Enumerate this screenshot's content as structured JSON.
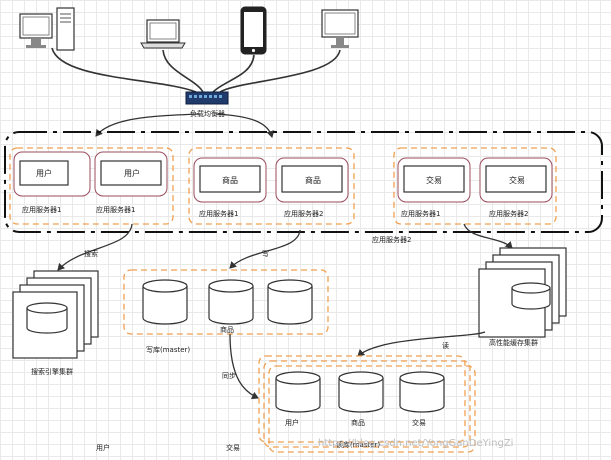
{
  "diagram": {
    "load_balancer": "负载均衡器",
    "apps": {
      "user": {
        "cell1": "用户",
        "cell2": "用户",
        "server1": "应用服务器1",
        "server2": "应用服务器1"
      },
      "goods": {
        "cell1": "商品",
        "cell2": "商品",
        "server1": "应用服务器1",
        "server2": "应用服务器2"
      },
      "trade": {
        "cell1": "交易",
        "cell2": "交易",
        "server1": "应用服务器1",
        "server2": "应用服务器2"
      },
      "caption": "应用服务器2"
    },
    "edges": {
      "search": "搜索",
      "write": "写",
      "read": "读",
      "sync": "同步"
    },
    "search_cluster": "搜索引擎集群",
    "cache_cluster": "高性能缓存集群",
    "master": {
      "label": "写库(master)",
      "db_label": "商品"
    },
    "slave": {
      "label": "读库(master)",
      "dbs": [
        "用户",
        "商品",
        "交易"
      ]
    },
    "bottom_labels": [
      "用户",
      "交易"
    ],
    "watermark": "https://blog.csdn.net/YongGanDeYingZi"
  }
}
